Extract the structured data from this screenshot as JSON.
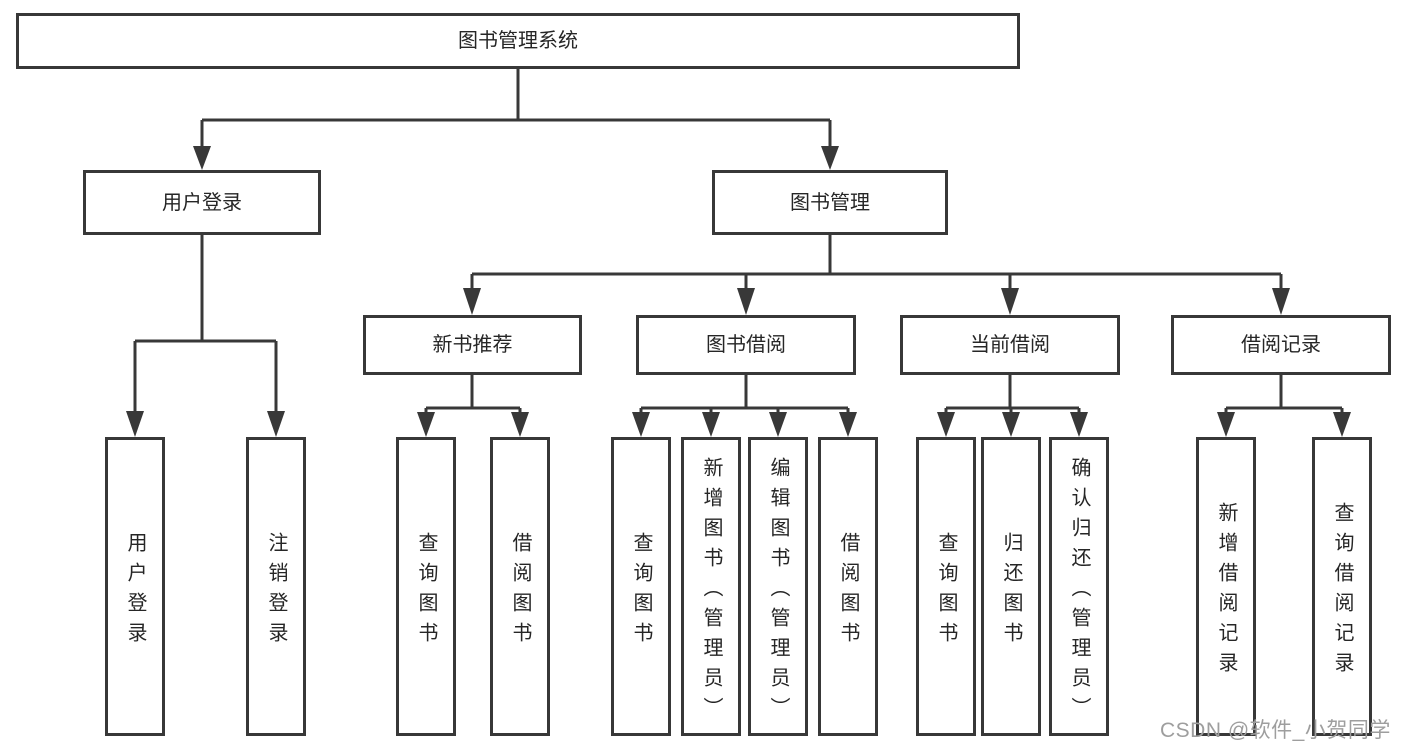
{
  "diagram": {
    "title": "图书管理系统",
    "root": {
      "label": "图书管理系统"
    },
    "branches": [
      {
        "label": "用户登录",
        "children": [
          {
            "label": "用户登录"
          },
          {
            "label": "注销登录"
          }
        ]
      },
      {
        "label": "图书管理",
        "children": [
          {
            "label": "新书推荐",
            "children": [
              {
                "label": "查询图书"
              },
              {
                "label": "借阅图书"
              }
            ]
          },
          {
            "label": "图书借阅",
            "children": [
              {
                "label": "查询图书"
              },
              {
                "label": "新增图书（管理员）"
              },
              {
                "label": "编辑图书（管理员）"
              },
              {
                "label": "借阅图书"
              }
            ]
          },
          {
            "label": "当前借阅",
            "children": [
              {
                "label": "查询图书"
              },
              {
                "label": "归还图书"
              },
              {
                "label": "确认归还（管理员）"
              }
            ]
          },
          {
            "label": "借阅记录",
            "children": [
              {
                "label": "新增借阅记录"
              },
              {
                "label": "查询借阅记录"
              }
            ]
          }
        ]
      }
    ],
    "colors": {
      "line": "#383838",
      "box_border": "#383838",
      "text": "#262626",
      "watermark": "#9e9e9e",
      "background": "#ffffff"
    }
  },
  "watermark": {
    "text": "CSDN @软件_小贺同学"
  }
}
